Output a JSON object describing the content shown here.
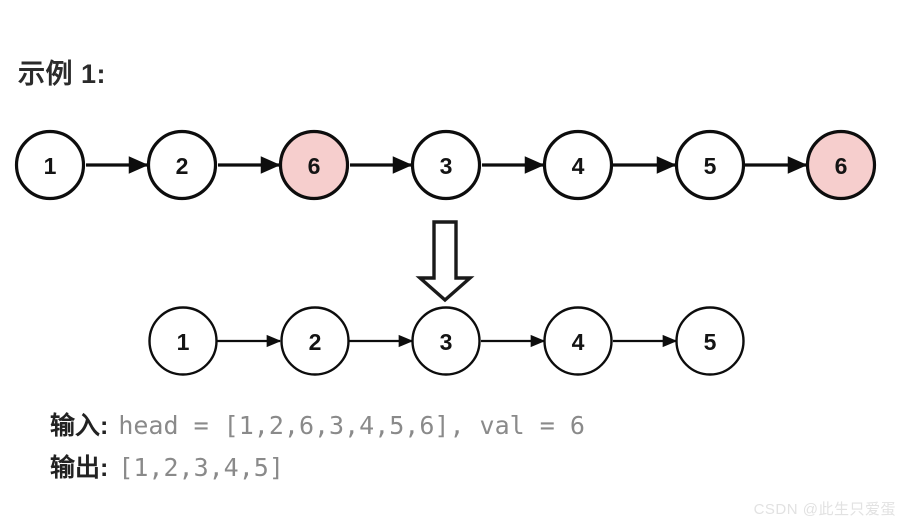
{
  "title": "示例 1:",
  "colors": {
    "node_fill_default": "#ffffff",
    "node_fill_highlight": "#f6cecd",
    "node_stroke": "#0d0d0d",
    "node_text": "#141414",
    "arrow": "#0d0d0d",
    "code_text": "#8a8a8a",
    "label_text": "#222222",
    "watermark": "#e2e2e2",
    "background": "#ffffff"
  },
  "diagram": {
    "name": "linked-list-remove-elements",
    "before": {
      "label": "input-linked-list",
      "nodes": [
        {
          "value": "1",
          "highlight": false
        },
        {
          "value": "2",
          "highlight": false
        },
        {
          "value": "6",
          "highlight": true
        },
        {
          "value": "3",
          "highlight": false
        },
        {
          "value": "4",
          "highlight": false
        },
        {
          "value": "5",
          "highlight": false
        },
        {
          "value": "6",
          "highlight": true
        }
      ]
    },
    "transition_arrow": "down-block-arrow",
    "after": {
      "label": "output-linked-list",
      "nodes": [
        {
          "value": "1",
          "highlight": false
        },
        {
          "value": "2",
          "highlight": false
        },
        {
          "value": "3",
          "highlight": false
        },
        {
          "value": "4",
          "highlight": false
        },
        {
          "value": "5",
          "highlight": false
        }
      ]
    }
  },
  "io": {
    "input_label": "输入:",
    "input_code": "head = [1,2,6,3,4,5,6], val = 6",
    "output_label": "输出:",
    "output_code": "[1,2,3,4,5]"
  },
  "watermark": "CSDN @此生只爱蛋"
}
